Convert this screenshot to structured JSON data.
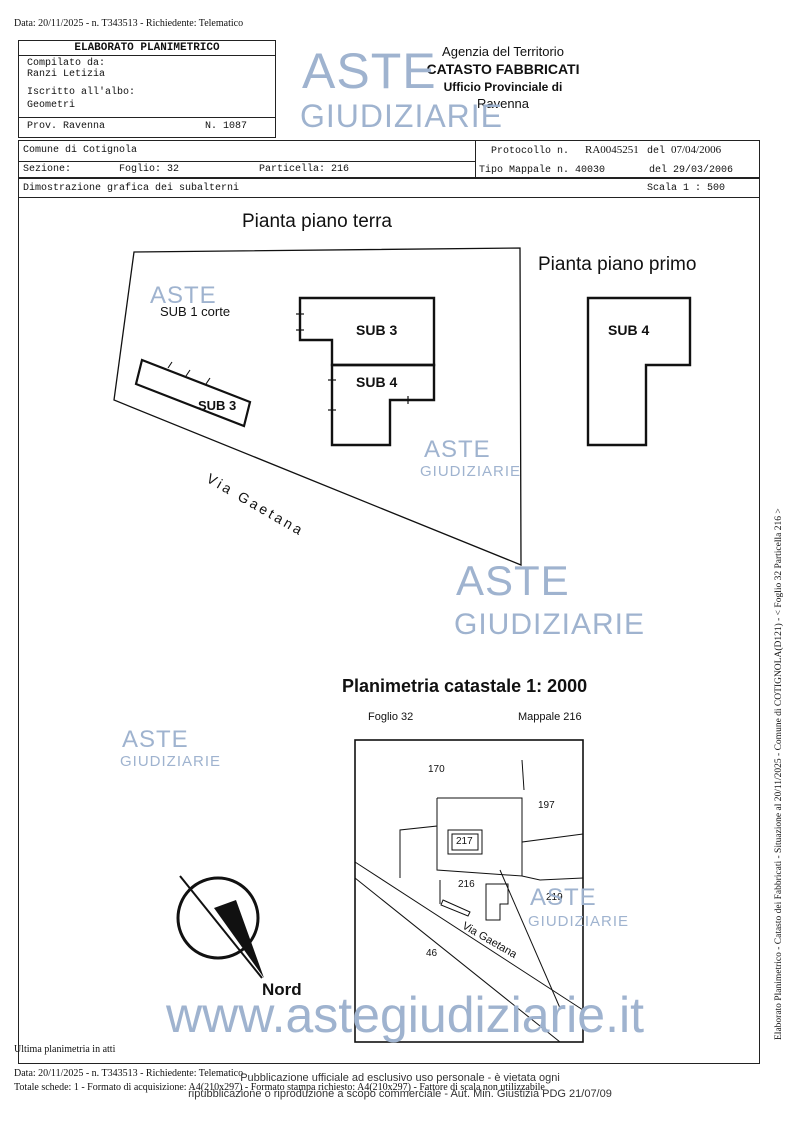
{
  "header": {
    "top_line": "Data: 20/11/2025 - n. T343513 - Richiedente: Telematico"
  },
  "form": {
    "title": "ELABORATO PLANIMETRICO",
    "compilato_label": "Compilato da:",
    "compilato_name": "Ranzi Letizia",
    "iscritto_label": "Iscritto all'albo:",
    "iscritto_value": "Geometri",
    "prov": "Prov. Ravenna",
    "numero": "N.  1087"
  },
  "agency": {
    "line1": "Agenzia del Territorio",
    "line2": "CATASTO FABBRICATI",
    "line3": "Ufficio Provinciale di",
    "line4": "Ravenna"
  },
  "info": {
    "comune": "Comune di Cotignola",
    "sezione": "Sezione:",
    "foglio": "Foglio: 32",
    "particella": "Particella: 216",
    "protocollo_label": "Protocollo n.",
    "protocollo_value": "RA0045251",
    "protocollo_del": "del",
    "protocollo_date": "07/04/2006",
    "tipo_label": "Tipo Mappale n. 40030",
    "tipo_date": "del 29/03/2006",
    "dimostrazione": "Dimostrazione grafica dei subalterni",
    "scala": "Scala 1 : 500"
  },
  "plan": {
    "title_terra": "Pianta piano terra",
    "title_primo": "Pianta piano primo",
    "sub1": "SUB 1 corte",
    "sub3a": "SUB 3",
    "sub3b": "SUB 3",
    "sub4a": "SUB 4",
    "sub4b": "SUB 4",
    "street": "Via Gaetana"
  },
  "map": {
    "title": "Planimetria catastale 1: 2000",
    "foglio": "Foglio  32",
    "mappale": "Mappale  216",
    "p170": "170",
    "p197": "197",
    "p217": "217",
    "p216": "216",
    "p219": "219",
    "p46": "46",
    "street": "Via Gaetana",
    "nord": "Nord"
  },
  "side_text": "Elaborato Planimetrico - Catasto dei Fabbricati - Situazione al 20/11/2025 - Comune di COTIGNOLA(D121) - < Foglio 32 Particella 216 >",
  "footer": {
    "ultima": "Ultima planimetria in atti",
    "line1": "Data: 20/11/2025 - n. T343513 - Richiedente: Telematico",
    "line2": "Totale schede: 1 - Formato di acquisizione: A4(210x297) - Formato stampa richiesto: A4(210x297) - Fattore di scala non utilizzabile",
    "notice1": "Pubblicazione ufficiale ad esclusivo uso personale - è vietata ogni",
    "notice2": "ripubblicazione o riproduzione a scopo commerciale - Aut. Min. Giustizia PDG 21/07/09"
  },
  "watermark": {
    "aste": "ASTE",
    "giudiziarie": "GIUDIZIARIE",
    "site": "www.astegiudiziarie.it"
  },
  "colors": {
    "watermark": "#9fb3cf",
    "line": "#111111"
  }
}
